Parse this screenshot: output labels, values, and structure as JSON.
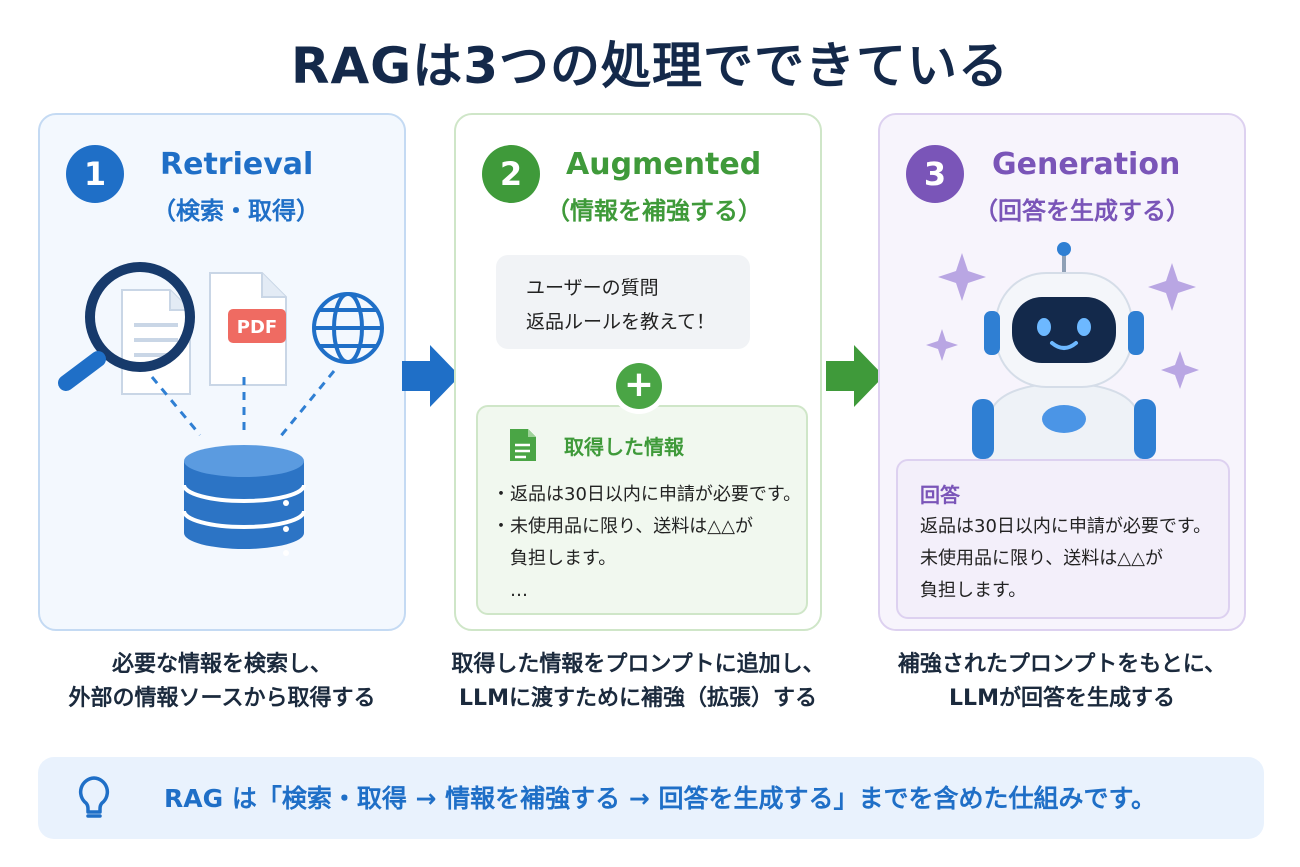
{
  "title": "RAGは3つの処理でできている",
  "colors": {
    "blue": "#1f6fc7",
    "green": "#3f9a3a",
    "purple": "#7a55b8",
    "navy": "#14294a"
  },
  "steps": [
    {
      "number": "1",
      "title": "Retrieval",
      "subtitle": "（検索・取得）",
      "icons": [
        "magnifier-icon",
        "document-icon",
        "pdf-icon",
        "globe-icon",
        "database-icon"
      ],
      "pdf_label": "PDF",
      "description": [
        "必要な情報を検索し、",
        "外部の情報ソースから取得する"
      ]
    },
    {
      "number": "2",
      "title": "Augmented",
      "subtitle": "（情報を補強する）",
      "question_box": {
        "lines": [
          "ユーザーの質問",
          "返品ルールを教えて！"
        ]
      },
      "plus": "+",
      "retrieved_box": {
        "title": "取得した情報",
        "lines": [
          "・返品は30日以内に申請が必要です。",
          "・未使用品に限り、送料は△△が",
          "　負担します。",
          "　…"
        ]
      },
      "description": [
        "取得した情報をプロンプトに追加し、",
        "LLMに渡すために補強（拡張）する"
      ]
    },
    {
      "number": "3",
      "title": "Generation",
      "subtitle": "（回答を生成する）",
      "icons": [
        "robot-icon",
        "sparkle-icon"
      ],
      "answer_box": {
        "title": "回答",
        "lines": [
          "返品は30日以内に申請が必要です。",
          "未使用品に限り、送料は△△が",
          "負担します。"
        ]
      },
      "description": [
        "補強されたプロンプトをもとに、",
        "LLMが回答を生成する"
      ]
    }
  ],
  "summary": {
    "icon": "lightbulb-icon",
    "text": "RAG は「検索・取得 → 情報を補強する → 回答を生成する」までを含めた仕組みです。"
  }
}
